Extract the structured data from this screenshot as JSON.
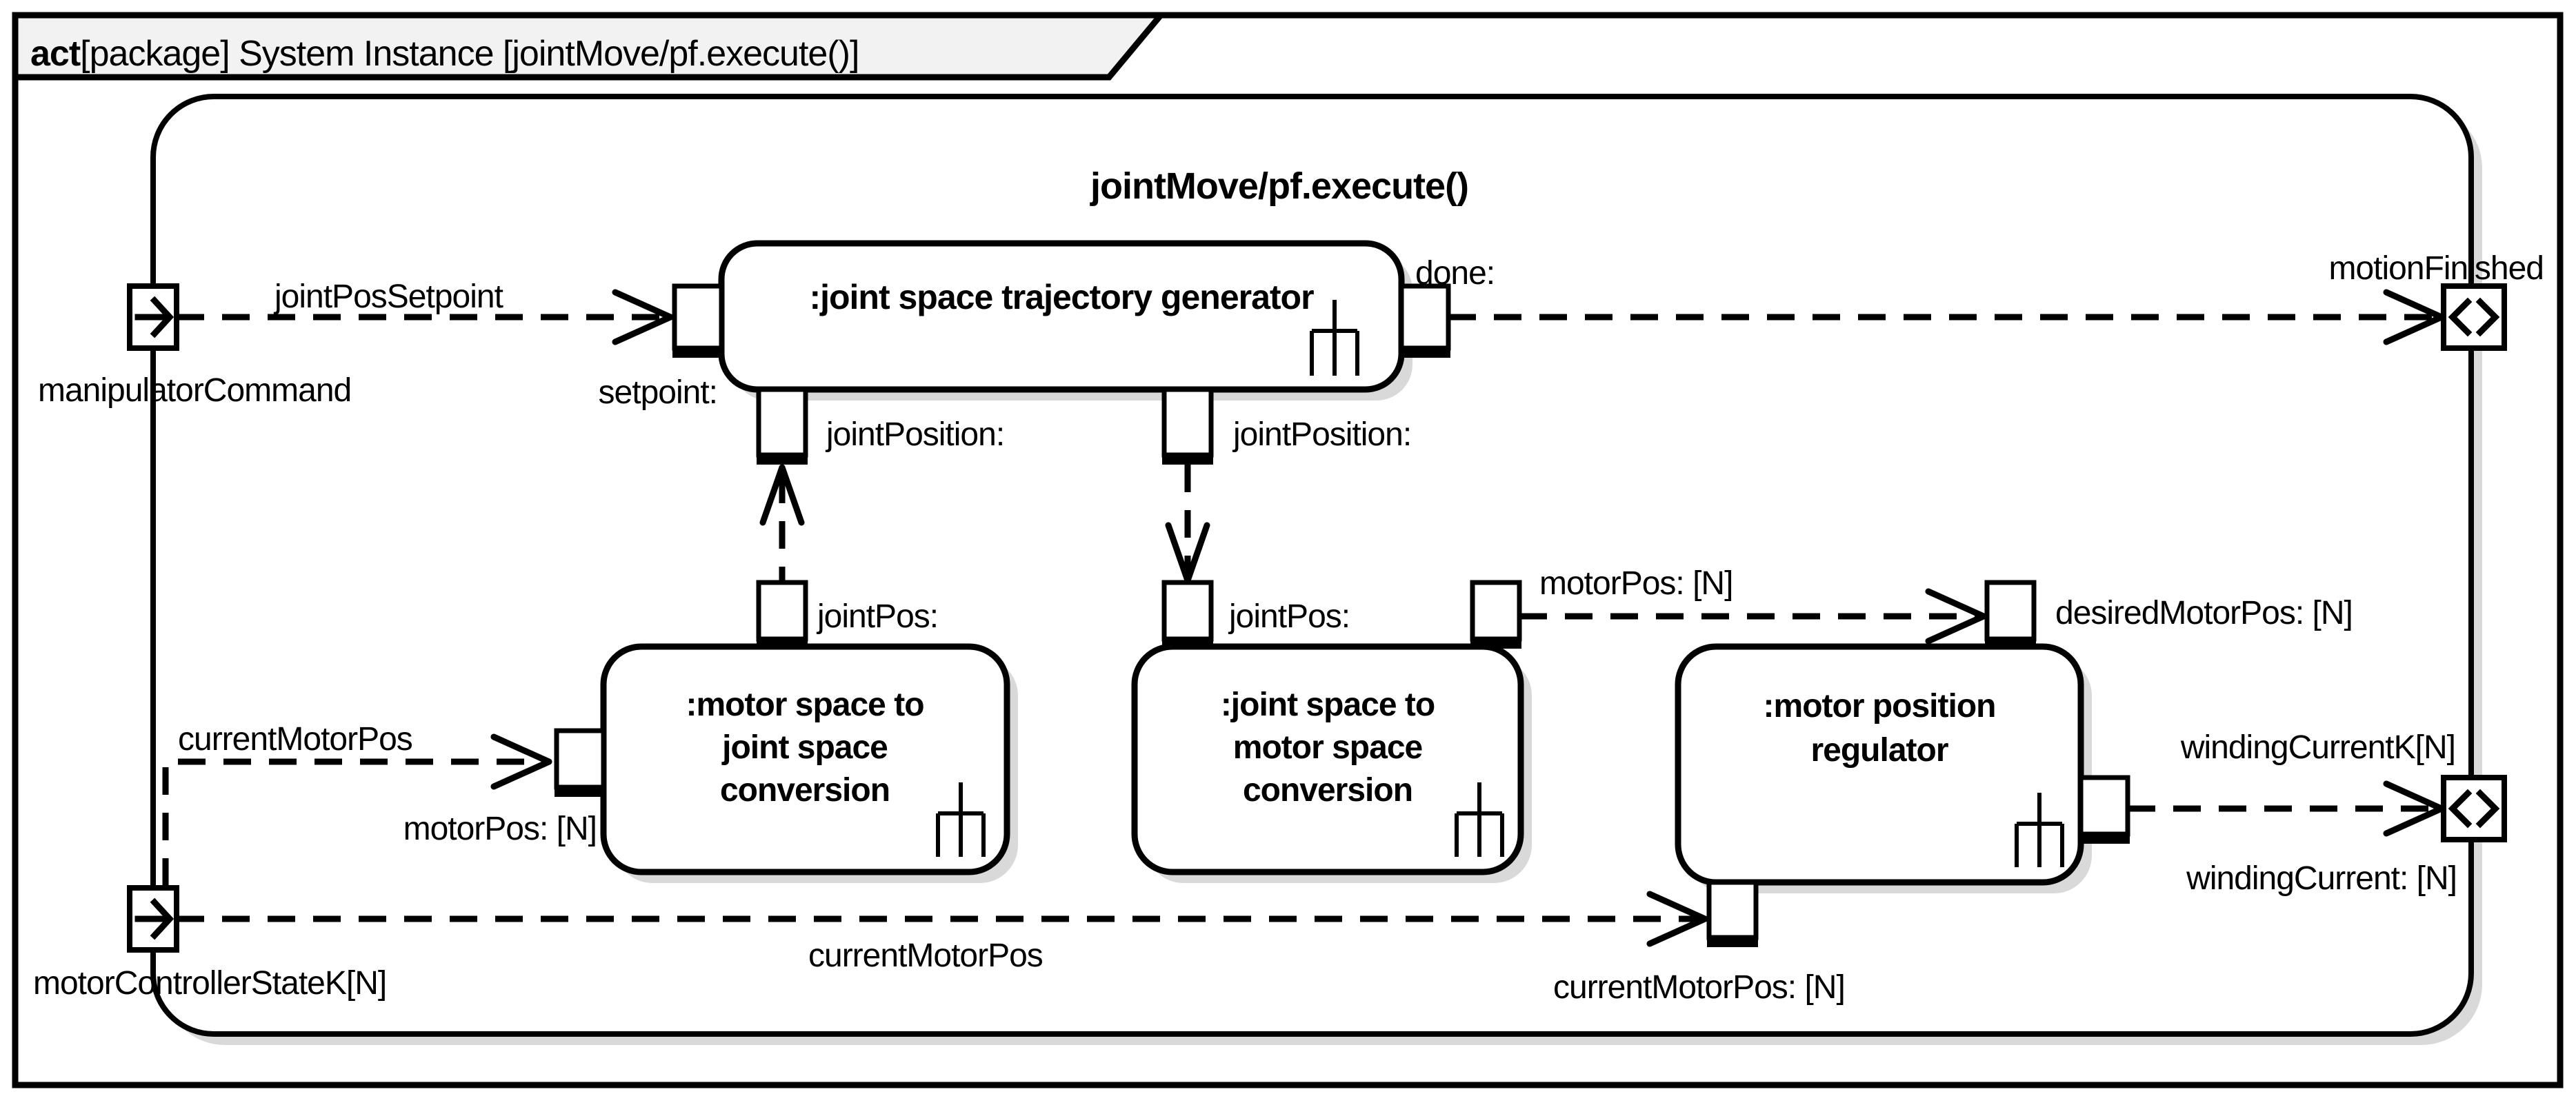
{
  "frame": {
    "tab": {
      "keyword": "act",
      "rest": "[package] System Instance [jointMove/pf.execute()]"
    },
    "activity_title": "jointMove/pf.execute()"
  },
  "blocks": {
    "trajectory_generator": {
      "title": ":joint space trajectory generator"
    },
    "motor_to_joint": {
      "lines": [
        ":motor space to",
        "joint space",
        "conversion"
      ]
    },
    "joint_to_motor": {
      "lines": [
        ":joint space to",
        "motor space",
        "conversion"
      ]
    },
    "regulator": {
      "lines": [
        ":motor position",
        "regulator"
      ]
    }
  },
  "labels": {
    "jointPosSetpoint": "jointPosSetpoint",
    "manipulatorCommand": "manipulatorCommand",
    "setpoint": "setpoint:",
    "done": "done:",
    "motionFinished": "motionFinished",
    "jointPosition_left": "jointPosition:",
    "jointPosition_right": "jointPosition:",
    "jointPos_left": "jointPos:",
    "jointPos_right": "jointPos:",
    "motorPos_top": "motorPos: [N]",
    "desiredMotorPos": "desiredMotorPos: [N]",
    "currentMotorPos_upper": "currentMotorPos",
    "motorPos_left": "motorPos: [N]",
    "windingCurrentK": "windingCurrentK[N]",
    "windingCurrent": "windingCurrent: [N]",
    "currentMotorPos_lower": "currentMotorPos",
    "currentMotorPos_regulator": "currentMotorPos: [N]",
    "motorControllerStateK": "motorControllerStateK[N]"
  },
  "icons": {
    "frame_input_port": "right-arrow-icon",
    "frame_output_port": "angle-brackets-icon",
    "block_decomposition": "rake-icon"
  },
  "colors": {
    "line": "#000000",
    "background": "#ffffff",
    "tab_fill": "#f2f2f2",
    "shadow": "#d9d9d9"
  }
}
